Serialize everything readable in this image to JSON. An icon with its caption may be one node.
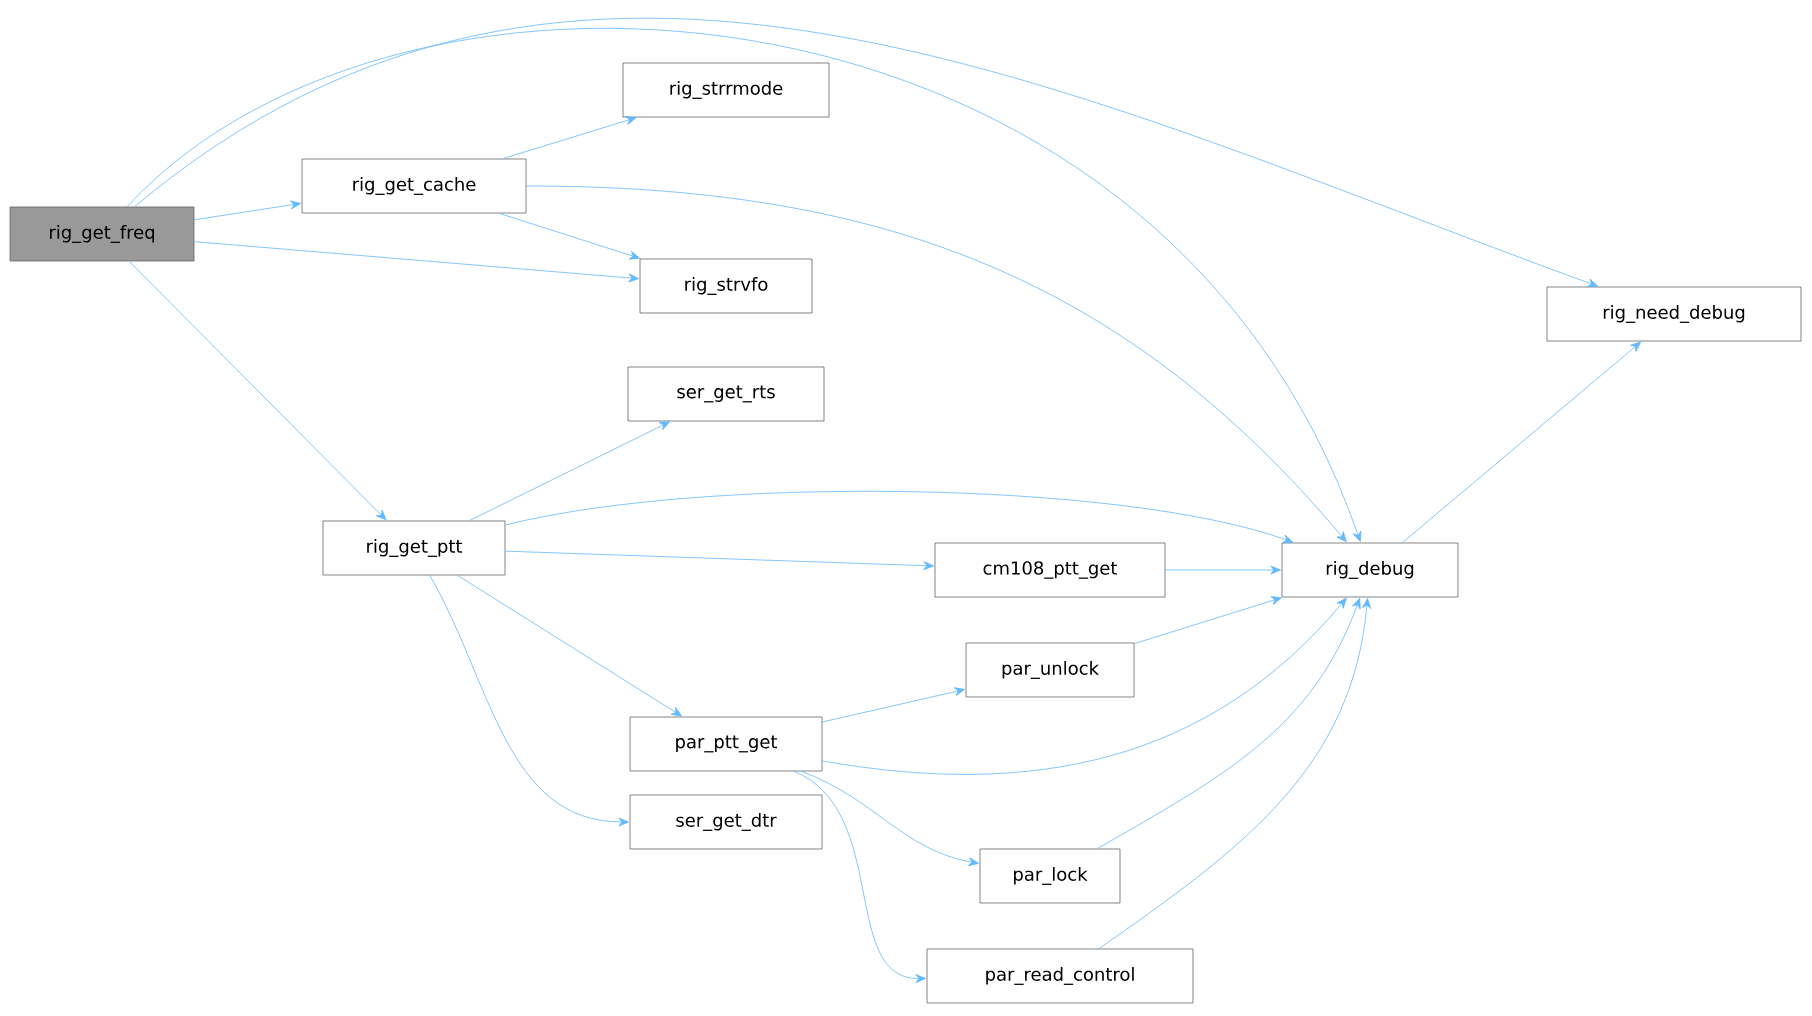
{
  "diagram": {
    "nodes": [
      {
        "text": [
          "rig_get_freq"
        ]
      },
      {
        "text": [
          "rig_get_cache"
        ]
      },
      {
        "text": [
          "rig_strrmode"
        ]
      },
      {
        "text": [
          "rig_strvfo"
        ]
      },
      {
        "text": [
          "rig_need_debug"
        ]
      },
      {
        "text": [
          "rig_get_ptt"
        ]
      },
      {
        "text": [
          "ser_get_rts"
        ]
      },
      {
        "text": [
          "rig_debug"
        ]
      },
      {
        "text": [
          "cm108_ptt_get"
        ]
      },
      {
        "text": [
          "par_unlock"
        ]
      },
      {
        "text": [
          "par_ptt_get"
        ]
      },
      {
        "text": [
          "par_lock"
        ]
      },
      {
        "text": [
          "ser_get_dtr"
        ]
      },
      {
        "text": [
          "par_read_control"
        ]
      }
    ],
    "edges": [
      {
        "from": 0,
        "to": 1,
        "arrow": "to"
      },
      {
        "from": 0,
        "to": 3,
        "arrow": "to"
      },
      {
        "from": 0,
        "to": 4,
        "arrow": "to"
      },
      {
        "from": 0,
        "to": 5,
        "arrow": "to"
      },
      {
        "from": 1,
        "to": 2,
        "arrow": "to"
      },
      {
        "from": 1,
        "to": 3,
        "arrow": "to"
      },
      {
        "from": 1,
        "to": 7,
        "arrow": "to"
      },
      {
        "from": 0,
        "to": 7,
        "arrow": "to"
      },
      {
        "from": 5,
        "to": 6,
        "arrow": "to"
      },
      {
        "from": 5,
        "to": 7,
        "arrow": "to"
      },
      {
        "from": 5,
        "to": 8,
        "arrow": "to"
      },
      {
        "from": 5,
        "to": 10,
        "arrow": "to"
      },
      {
        "from": 5,
        "to": 12,
        "arrow": "to"
      },
      {
        "from": 8,
        "to": 7,
        "arrow": "to"
      },
      {
        "from": 9,
        "to": 7,
        "arrow": "to"
      },
      {
        "from": 10,
        "to": 9,
        "arrow": "to"
      },
      {
        "from": 10,
        "to": 7,
        "arrow": "to"
      },
      {
        "from": 10,
        "to": 11,
        "arrow": "to"
      },
      {
        "from": 10,
        "to": 13,
        "arrow": "to"
      },
      {
        "from": 11,
        "to": 7,
        "arrow": "to"
      },
      {
        "from": 13,
        "to": 7,
        "arrow": "to"
      },
      {
        "from": 7,
        "to": 4,
        "arrow": "to"
      }
    ]
  }
}
